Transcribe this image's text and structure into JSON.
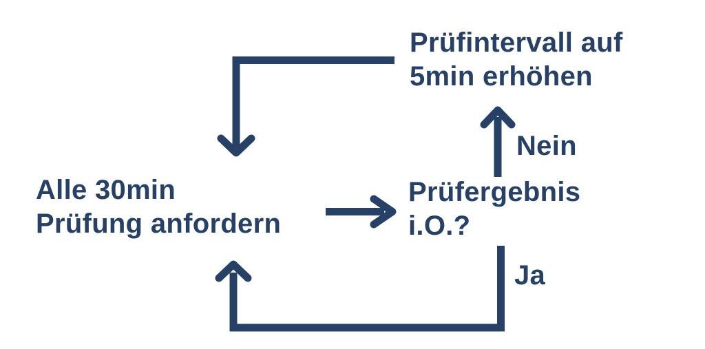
{
  "colors": {
    "accent": "#274065",
    "background": "#ffffff"
  },
  "diagram": {
    "type": "flowchart-loop",
    "language": "de",
    "nodes": [
      {
        "id": "request-check",
        "line1": "Alle 30min",
        "line2": "Prüfung anfordern"
      },
      {
        "id": "check-result",
        "line1": "Prüfergebnis",
        "line2": "i.O.?"
      },
      {
        "id": "increase-interval",
        "line1": "Prüfintervall auf",
        "line2": "5min erhöhen"
      }
    ],
    "edge_labels": {
      "no": "Nein",
      "yes": "Ja"
    },
    "edges": [
      {
        "from": "request-check",
        "to": "check-result",
        "label": ""
      },
      {
        "from": "check-result",
        "to": "increase-interval",
        "label": "Nein"
      },
      {
        "from": "increase-interval",
        "to": "request-check",
        "label": ""
      },
      {
        "from": "check-result",
        "to": "request-check",
        "label": "Ja"
      }
    ]
  }
}
